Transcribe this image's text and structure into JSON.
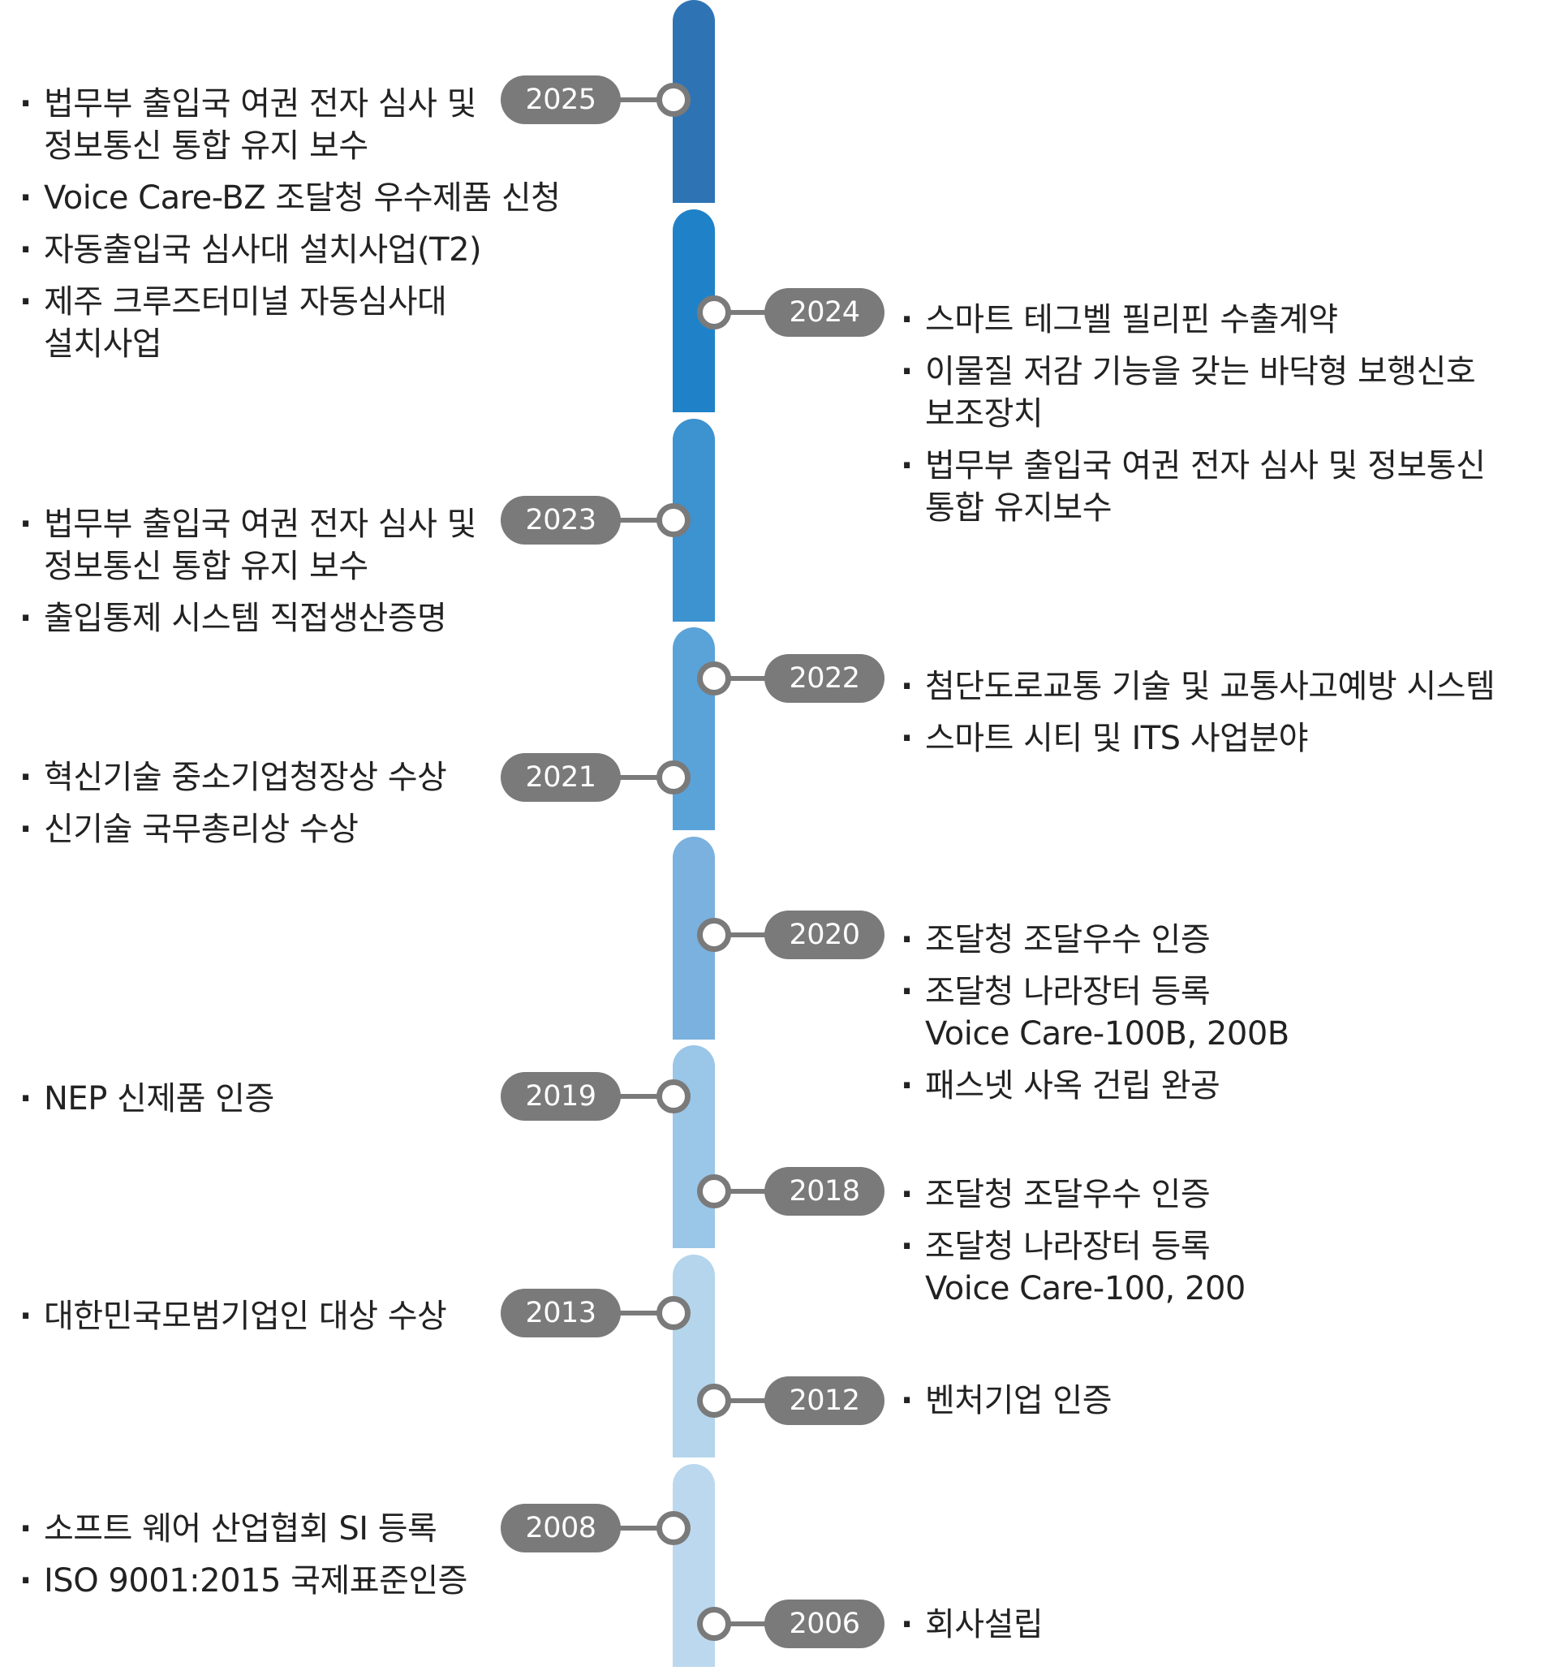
{
  "segment_colors": [
    "#2e74b5",
    "#1f82c8",
    "#3d92d0",
    "#5aa3d9",
    "#7ab1de",
    "#9ac6e8",
    "#b4d5ec",
    "#bcd8ee"
  ],
  "entries": [
    {
      "year": "2025",
      "side": "left",
      "items": [
        "법무부 출입국 여권 전자 심사 및\n정보통신 통합 유지 보수",
        "Voice Care-BZ 조달청 우수제품 신청",
        "자동출입국 심사대 설치사업(T2)",
        "제주 크루즈터미널 자동심사대\n설치사업"
      ]
    },
    {
      "year": "2024",
      "side": "right",
      "items": [
        "스마트 테그벨 필리핀 수출계약",
        "이물질 저감 기능을 갖는 바닥형 보행신호\n보조장치",
        "법무부 출입국 여권 전자 심사 및 정보통신\n통합 유지보수"
      ]
    },
    {
      "year": "2023",
      "side": "left",
      "items": [
        "법무부 출입국 여권 전자 심사 및\n정보통신 통합 유지 보수",
        "출입통제 시스템 직접생산증명"
      ]
    },
    {
      "year": "2022",
      "side": "right",
      "items": [
        "첨단도로교통 기술 및 교통사고예방 시스템",
        "스마트 시티 및 ITS 사업분야"
      ]
    },
    {
      "year": "2021",
      "side": "left",
      "items": [
        "혁신기술 중소기업청장상 수상",
        "신기술 국무총리상 수상"
      ]
    },
    {
      "year": "2020",
      "side": "right",
      "items": [
        "조달청 조달우수 인증",
        "조달청 나라장터 등록\nVoice Care-100B, 200B",
        "패스넷 사옥 건립 완공"
      ]
    },
    {
      "year": "2019",
      "side": "left",
      "items": [
        "NEP 신제품 인증"
      ]
    },
    {
      "year": "2018",
      "side": "right",
      "items": [
        "조달청 조달우수 인증",
        "조달청 나라장터 등록\nVoice Care-100, 200"
      ]
    },
    {
      "year": "2013",
      "side": "left",
      "items": [
        "대한민국모범기업인 대상 수상"
      ]
    },
    {
      "year": "2012",
      "side": "right",
      "items": [
        "벤처기업 인증"
      ]
    },
    {
      "year": "2008",
      "side": "left",
      "items": [
        "소프트 웨어 산업협회 SI 등록",
        "ISO 9001:2015 국제표준인증"
      ]
    },
    {
      "year": "2006",
      "side": "right",
      "items": [
        "회사설립"
      ]
    }
  ]
}
